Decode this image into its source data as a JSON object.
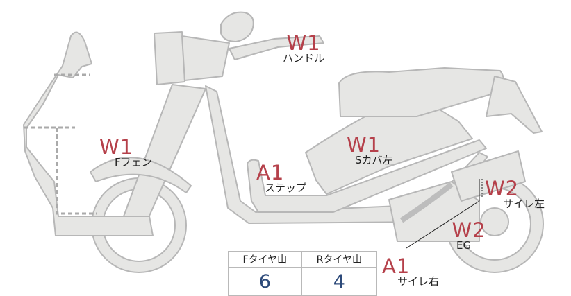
{
  "diagram": {
    "labels": [
      {
        "code": "W1",
        "part": "ハンドル"
      },
      {
        "code": "W1",
        "part": "Fフェン"
      },
      {
        "code": "W1",
        "part": "Sカバ左"
      },
      {
        "code": "A1",
        "part": "ステップ"
      },
      {
        "code": "W2",
        "part": "サイレ左"
      },
      {
        "code": "W2",
        "part": "EG"
      },
      {
        "code": "A1",
        "part": "サイレ右"
      }
    ],
    "tire_table": {
      "headers": [
        "Fタイヤ山",
        "Rタイヤ山"
      ],
      "values": [
        "6",
        "4"
      ]
    }
  },
  "colors": {
    "body_fill": "#e6e6e4",
    "body_stroke": "#b7b7b7",
    "code_red": "#b5404a",
    "value_blue": "#2d4a7a",
    "engine_dark": "#bdbdbd"
  }
}
